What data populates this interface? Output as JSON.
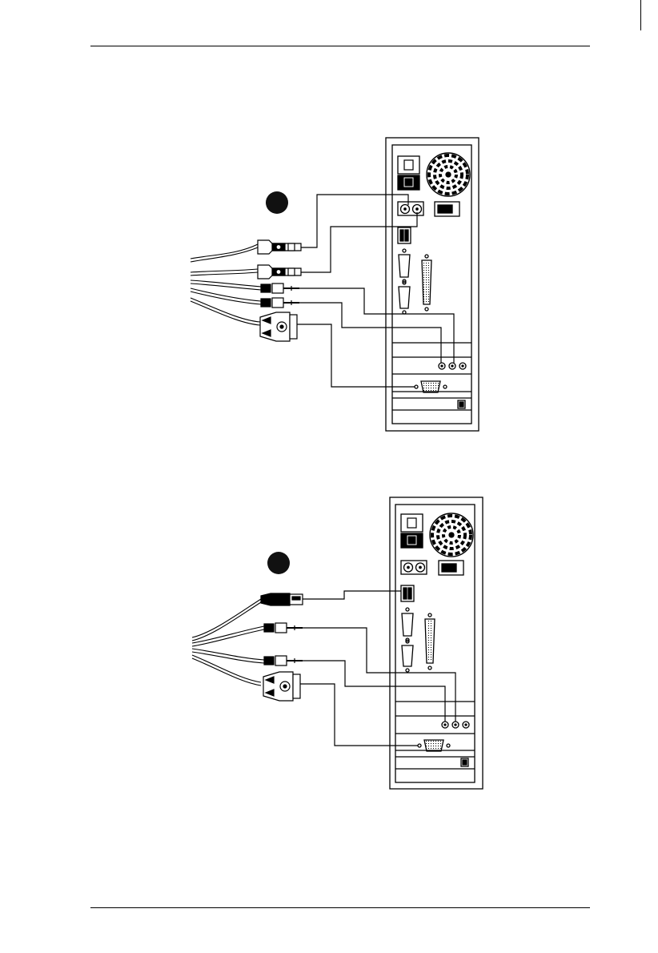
{
  "page": {
    "header_text": "",
    "footer_text": ""
  },
  "figures": [
    {
      "name": "ps2-connection-diagram",
      "callout_number": "",
      "cables": [
        "ps2-keyboard",
        "ps2-mouse",
        "speaker-audio",
        "microphone-audio",
        "vga-video"
      ]
    },
    {
      "name": "usb-connection-diagram",
      "callout_number": "",
      "cables": [
        "usb",
        "speaker-audio",
        "microphone-audio",
        "vga-video"
      ]
    }
  ],
  "colors": {
    "line": "#000000",
    "background": "#ffffff",
    "callout": "#111111"
  }
}
